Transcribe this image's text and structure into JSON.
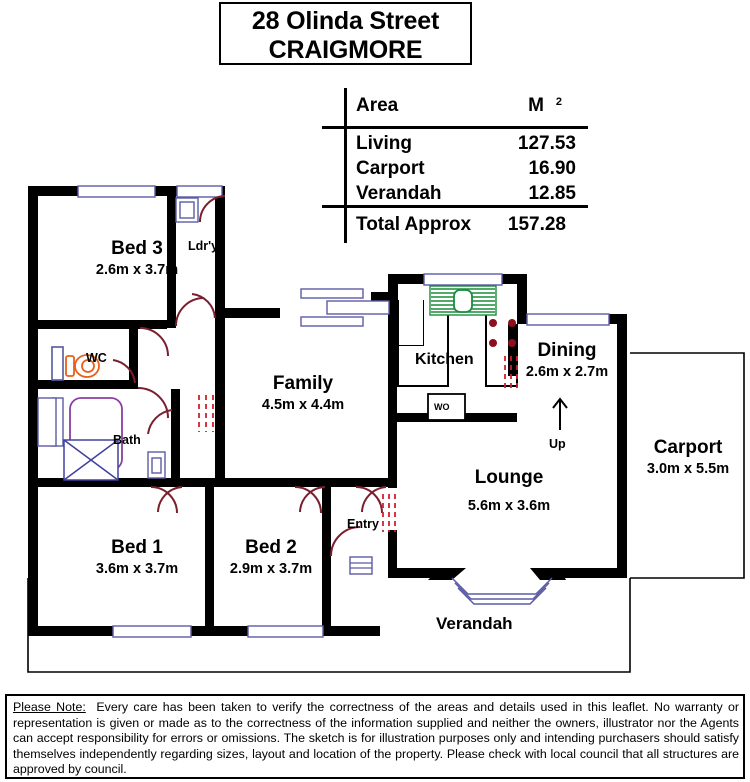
{
  "title": {
    "address": "28 Olinda Street",
    "suburb": "CRAIGMORE"
  },
  "area_table": {
    "header_label": "Area",
    "header_unit": "M",
    "header_superscript": "2",
    "rows": [
      {
        "label": "Living",
        "value": "127.53"
      },
      {
        "label": "Carport",
        "value": "16.90"
      },
      {
        "label": "Verandah",
        "value": "12.85"
      }
    ],
    "total": {
      "label": "Total Approx",
      "value": "157.28"
    }
  },
  "rooms": [
    {
      "name": "Bed 3",
      "dim": "2.6m x 3.7m"
    },
    {
      "name": "Bed 1",
      "dim": "3.6m x 3.7m"
    },
    {
      "name": "Bed 2",
      "dim": "2.9m x 3.7m"
    },
    {
      "name": "Family",
      "dim": "4.5m x 4.4m"
    },
    {
      "name": "Lounge",
      "dim": "5.6m x 3.6m"
    },
    {
      "name": "Dining",
      "dim": "2.6m x 2.7m"
    },
    {
      "name": "Carport",
      "dim": "3.0m x 5.5m"
    }
  ],
  "small_rooms": {
    "laundry": "Ldr'y",
    "wc": "WC",
    "bath": "Bath",
    "kitchen": "Kitchen",
    "entry": "Entry",
    "verandah": "Verandah",
    "stairs": "Up",
    "wall_oven": "WO"
  },
  "disclaimer": {
    "heading": "Please Note:",
    "body": "Every care has been taken to verify the correctness of the areas and details used in this  leaflet. No warranty or  representation is  given or made as to the correctness of the information supplied and   neither the  owners,  illustrator nor the  Agents can  accept  responsibility  for  errors or  omissions.  The  sketch  is  for illustration  purposes  only and  intending purchasers should satisfy themselves independently regarding  sizes, layout  and  location of the property. Please check  with local council that all structures are approved by council."
  },
  "colors": {
    "wall": "#000000",
    "window": "#5b5ba5",
    "door_swing": "#7a1f2e",
    "sink": "#1a8c3c",
    "toilet": "#e8601c",
    "bath": "#8b3fa0",
    "cooktop": "#8b0f1e",
    "thin_line": "#000000"
  }
}
